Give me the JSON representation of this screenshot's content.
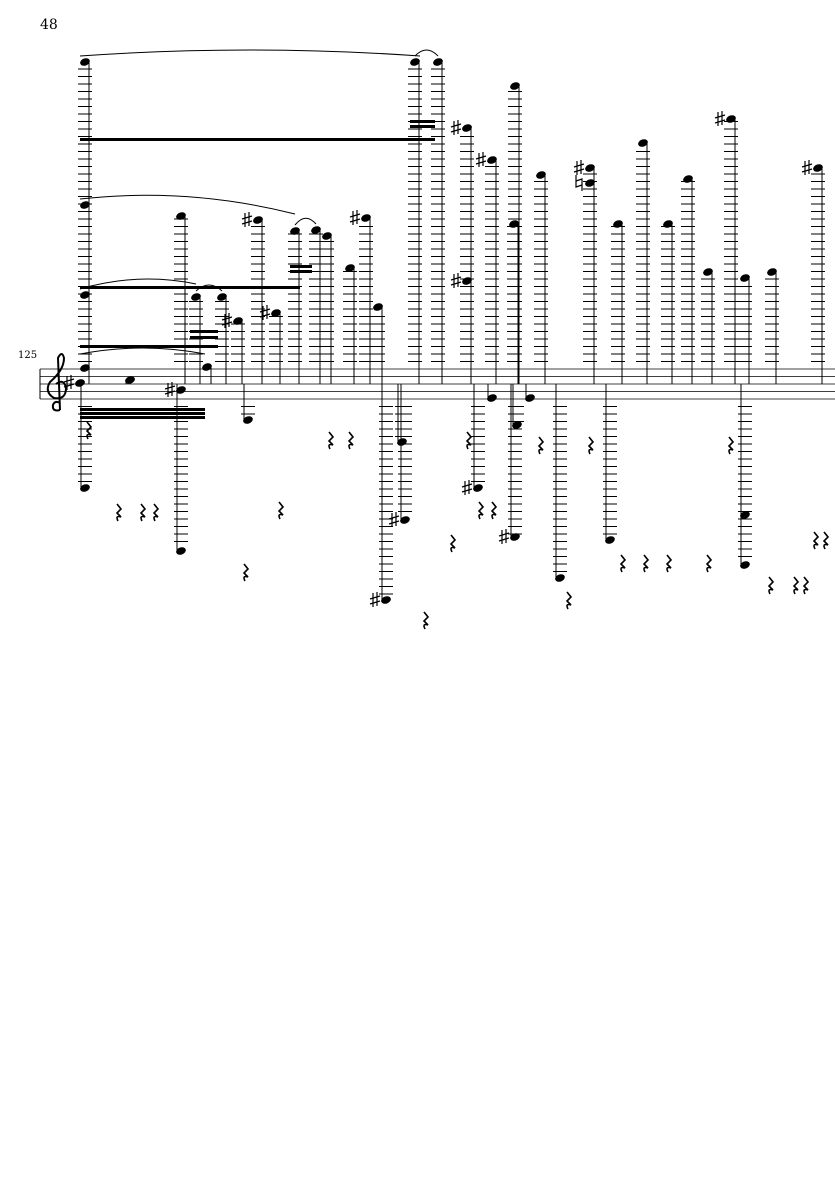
{
  "page": {
    "number": "48"
  },
  "system": {
    "measure_number": "125",
    "clef": "treble"
  },
  "colors": {
    "ink": "#000000",
    "paper": "#ffffff"
  }
}
